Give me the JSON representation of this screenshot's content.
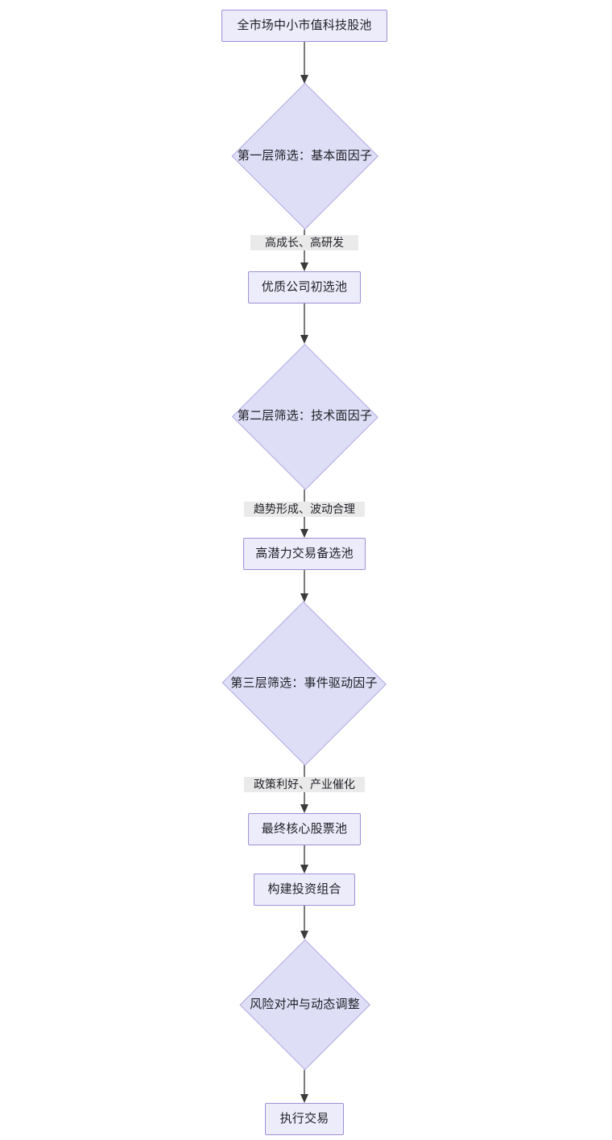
{
  "diagram": {
    "type": "flowchart",
    "orientation": "top-to-bottom",
    "theme": {
      "rect_fill": "#ececfb",
      "rect_border": "#9f8fd6",
      "diamond_fill": "#dedef6",
      "diamond_border": "#b3a8e0",
      "edge_color": "#7a7a7a",
      "arrow_color": "#3b3b3b",
      "edge_label_bg": "#eaeaea",
      "text_color": "#1f1f26",
      "background": "#ffffff"
    },
    "nodes": [
      {
        "id": "n1",
        "shape": "rect",
        "label": "全市场中小市值科技股池"
      },
      {
        "id": "n2",
        "shape": "diamond",
        "label": "第一层筛选：基本面因子"
      },
      {
        "id": "n3",
        "shape": "rect",
        "label": "优质公司初选池"
      },
      {
        "id": "n4",
        "shape": "diamond",
        "label": "第二层筛选：技术面因子"
      },
      {
        "id": "n5",
        "shape": "rect",
        "label": "高潜力交易备选池"
      },
      {
        "id": "n6",
        "shape": "diamond",
        "label": "第三层筛选：事件驱动因子"
      },
      {
        "id": "n7",
        "shape": "rect",
        "label": "最终核心股票池"
      },
      {
        "id": "n8",
        "shape": "rect",
        "label": "构建投资组合"
      },
      {
        "id": "n9",
        "shape": "diamond",
        "label": "风险对冲与动态调整"
      },
      {
        "id": "n10",
        "shape": "rect",
        "label": "执行交易"
      }
    ],
    "edges": [
      {
        "from": "n1",
        "to": "n2",
        "label": ""
      },
      {
        "from": "n2",
        "to": "n3",
        "label": "高成长、高研发"
      },
      {
        "from": "n3",
        "to": "n4",
        "label": ""
      },
      {
        "from": "n4",
        "to": "n5",
        "label": "趋势形成、波动合理"
      },
      {
        "from": "n5",
        "to": "n6",
        "label": ""
      },
      {
        "from": "n6",
        "to": "n7",
        "label": "政策利好、产业催化"
      },
      {
        "from": "n7",
        "to": "n8",
        "label": ""
      },
      {
        "from": "n8",
        "to": "n9",
        "label": ""
      },
      {
        "from": "n9",
        "to": "n10",
        "label": ""
      }
    ]
  }
}
